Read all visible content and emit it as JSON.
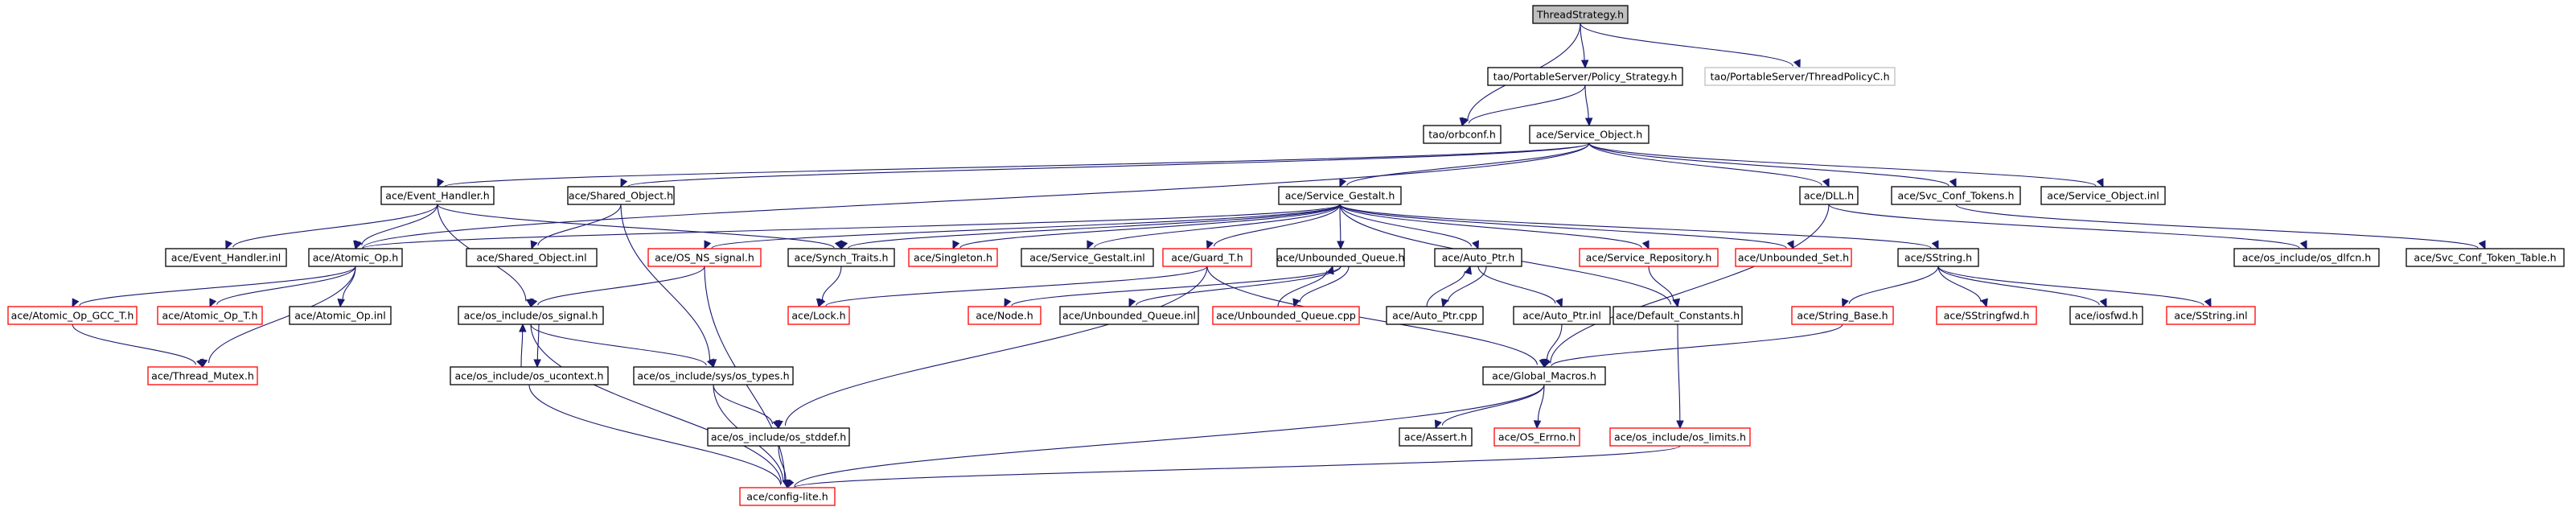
{
  "diagram": {
    "nodes": [
      {
        "id": "n0",
        "label": "ThreadStrategy.h",
        "kind": "root"
      },
      {
        "id": "n1",
        "label": "tao/PortableServer/Policy_Strategy.h",
        "kind": "normal"
      },
      {
        "id": "n2",
        "label": "tao/PortableServer/ThreadPolicyC.h",
        "kind": "external"
      },
      {
        "id": "n3",
        "label": "tao/orbconf.h",
        "kind": "normal"
      },
      {
        "id": "n4",
        "label": "ace/Service_Object.h",
        "kind": "normal"
      },
      {
        "id": "n5",
        "label": "ace/Event_Handler.h",
        "kind": "normal"
      },
      {
        "id": "n6",
        "label": "ace/Shared_Object.h",
        "kind": "normal"
      },
      {
        "id": "n7",
        "label": "ace/Service_Gestalt.h",
        "kind": "normal"
      },
      {
        "id": "n8",
        "label": "ace/DLL.h",
        "kind": "normal"
      },
      {
        "id": "n9",
        "label": "ace/Svc_Conf_Tokens.h",
        "kind": "normal"
      },
      {
        "id": "n10",
        "label": "ace/Service_Object.inl",
        "kind": "normal"
      },
      {
        "id": "n11",
        "label": "ace/Event_Handler.inl",
        "kind": "normal"
      },
      {
        "id": "n12",
        "label": "ace/Atomic_Op.h",
        "kind": "normal"
      },
      {
        "id": "n13",
        "label": "ace/Shared_Object.inl",
        "kind": "normal"
      },
      {
        "id": "n14",
        "label": "ace/OS_NS_signal.h",
        "kind": "missing"
      },
      {
        "id": "n15",
        "label": "ace/Synch_Traits.h",
        "kind": "normal"
      },
      {
        "id": "n16",
        "label": "ace/Singleton.h",
        "kind": "missing"
      },
      {
        "id": "n17",
        "label": "ace/Service_Gestalt.inl",
        "kind": "normal"
      },
      {
        "id": "n18",
        "label": "ace/Guard_T.h",
        "kind": "missing"
      },
      {
        "id": "n19",
        "label": "ace/Unbounded_Queue.h",
        "kind": "normal"
      },
      {
        "id": "n20",
        "label": "ace/Auto_Ptr.h",
        "kind": "normal"
      },
      {
        "id": "n21",
        "label": "ace/Service_Repository.h",
        "kind": "missing"
      },
      {
        "id": "n22",
        "label": "ace/Unbounded_Set.h",
        "kind": "missing"
      },
      {
        "id": "n23",
        "label": "ace/SString.h",
        "kind": "normal"
      },
      {
        "id": "n24",
        "label": "ace/os_include/os_dlfcn.h",
        "kind": "normal"
      },
      {
        "id": "n25",
        "label": "ace/Svc_Conf_Token_Table.h",
        "kind": "normal"
      },
      {
        "id": "n26",
        "label": "ace/Atomic_Op_GCC_T.h",
        "kind": "missing"
      },
      {
        "id": "n27",
        "label": "ace/Atomic_Op_T.h",
        "kind": "missing"
      },
      {
        "id": "n28",
        "label": "ace/Atomic_Op.inl",
        "kind": "normal"
      },
      {
        "id": "n29",
        "label": "ace/os_include/os_signal.h",
        "kind": "normal"
      },
      {
        "id": "n30",
        "label": "ace/Lock.h",
        "kind": "missing"
      },
      {
        "id": "n31",
        "label": "ace/Node.h",
        "kind": "missing"
      },
      {
        "id": "n32",
        "label": "ace/Unbounded_Queue.inl",
        "kind": "normal"
      },
      {
        "id": "n33",
        "label": "ace/Unbounded_Queue.cpp",
        "kind": "missing"
      },
      {
        "id": "n34",
        "label": "ace/Auto_Ptr.cpp",
        "kind": "normal"
      },
      {
        "id": "n35",
        "label": "ace/Auto_Ptr.inl",
        "kind": "normal"
      },
      {
        "id": "n36",
        "label": "ace/Default_Constants.h",
        "kind": "normal"
      },
      {
        "id": "n37",
        "label": "ace/String_Base.h",
        "kind": "missing"
      },
      {
        "id": "n38",
        "label": "ace/SStringfwd.h",
        "kind": "missing"
      },
      {
        "id": "n39",
        "label": "ace/iosfwd.h",
        "kind": "normal"
      },
      {
        "id": "n40",
        "label": "ace/SString.inl",
        "kind": "missing"
      },
      {
        "id": "n41",
        "label": "ace/Thread_Mutex.h",
        "kind": "missing"
      },
      {
        "id": "n42",
        "label": "ace/os_include/os_ucontext.h",
        "kind": "normal"
      },
      {
        "id": "n43",
        "label": "ace/os_include/sys/os_types.h",
        "kind": "normal"
      },
      {
        "id": "n44",
        "label": "ace/Global_Macros.h",
        "kind": "normal"
      },
      {
        "id": "n45",
        "label": "ace/os_include/os_stddef.h",
        "kind": "normal"
      },
      {
        "id": "n46",
        "label": "ace/Assert.h",
        "kind": "normal"
      },
      {
        "id": "n47",
        "label": "ace/OS_Errno.h",
        "kind": "missing"
      },
      {
        "id": "n48",
        "label": "ace/os_include/os_limits.h",
        "kind": "missing"
      },
      {
        "id": "n49",
        "label": "ace/config-lite.h",
        "kind": "missing"
      }
    ],
    "edges": [
      {
        "from": "n0",
        "to": "n1"
      },
      {
        "from": "n0",
        "to": "n2"
      },
      {
        "from": "n0",
        "to": "n3"
      },
      {
        "from": "n1",
        "to": "n3"
      },
      {
        "from": "n1",
        "to": "n4"
      },
      {
        "from": "n4",
        "to": "n5"
      },
      {
        "from": "n4",
        "to": "n6"
      },
      {
        "from": "n4",
        "to": "n7"
      },
      {
        "from": "n4",
        "to": "n8"
      },
      {
        "from": "n4",
        "to": "n9"
      },
      {
        "from": "n4",
        "to": "n10"
      },
      {
        "from": "n4",
        "to": "n12"
      },
      {
        "from": "n5",
        "to": "n11"
      },
      {
        "from": "n5",
        "to": "n12"
      },
      {
        "from": "n5",
        "to": "n29"
      },
      {
        "from": "n5",
        "to": "n15"
      },
      {
        "from": "n6",
        "to": "n13"
      },
      {
        "from": "n6",
        "to": "n43"
      },
      {
        "from": "n7",
        "to": "n12"
      },
      {
        "from": "n7",
        "to": "n14"
      },
      {
        "from": "n7",
        "to": "n15"
      },
      {
        "from": "n7",
        "to": "n16"
      },
      {
        "from": "n7",
        "to": "n17"
      },
      {
        "from": "n7",
        "to": "n18"
      },
      {
        "from": "n7",
        "to": "n19"
      },
      {
        "from": "n7",
        "to": "n20"
      },
      {
        "from": "n7",
        "to": "n21"
      },
      {
        "from": "n7",
        "to": "n22"
      },
      {
        "from": "n7",
        "to": "n23"
      },
      {
        "from": "n7",
        "to": "n36"
      },
      {
        "from": "n8",
        "to": "n24"
      },
      {
        "from": "n8",
        "to": "n44"
      },
      {
        "from": "n9",
        "to": "n25"
      },
      {
        "from": "n12",
        "to": "n26"
      },
      {
        "from": "n12",
        "to": "n27"
      },
      {
        "from": "n12",
        "to": "n28"
      },
      {
        "from": "n12",
        "to": "n41"
      },
      {
        "from": "n26",
        "to": "n41"
      },
      {
        "from": "n14",
        "to": "n29"
      },
      {
        "from": "n14",
        "to": "n49"
      },
      {
        "from": "n15",
        "to": "n30"
      },
      {
        "from": "n18",
        "to": "n30"
      },
      {
        "from": "n18",
        "to": "n44"
      },
      {
        "from": "n18",
        "to": "n45"
      },
      {
        "from": "n19",
        "to": "n31"
      },
      {
        "from": "n19",
        "to": "n32"
      },
      {
        "from": "n19",
        "to": "n33"
      },
      {
        "from": "n33",
        "to": "n19"
      },
      {
        "from": "n20",
        "to": "n34"
      },
      {
        "from": "n20",
        "to": "n35"
      },
      {
        "from": "n34",
        "to": "n20"
      },
      {
        "from": "n35",
        "to": "n44"
      },
      {
        "from": "n21",
        "to": "n36"
      },
      {
        "from": "n23",
        "to": "n37"
      },
      {
        "from": "n23",
        "to": "n38"
      },
      {
        "from": "n23",
        "to": "n39"
      },
      {
        "from": "n23",
        "to": "n40"
      },
      {
        "from": "n37",
        "to": "n44"
      },
      {
        "from": "n36",
        "to": "n48"
      },
      {
        "from": "n29",
        "to": "n42"
      },
      {
        "from": "n29",
        "to": "n43"
      },
      {
        "from": "n29",
        "to": "n49"
      },
      {
        "from": "n42",
        "to": "n29"
      },
      {
        "from": "n42",
        "to": "n49"
      },
      {
        "from": "n43",
        "to": "n45"
      },
      {
        "from": "n43",
        "to": "n49"
      },
      {
        "from": "n45",
        "to": "n49"
      },
      {
        "from": "n44",
        "to": "n46"
      },
      {
        "from": "n44",
        "to": "n47"
      },
      {
        "from": "n44",
        "to": "n49"
      },
      {
        "from": "n48",
        "to": "n49"
      }
    ]
  }
}
